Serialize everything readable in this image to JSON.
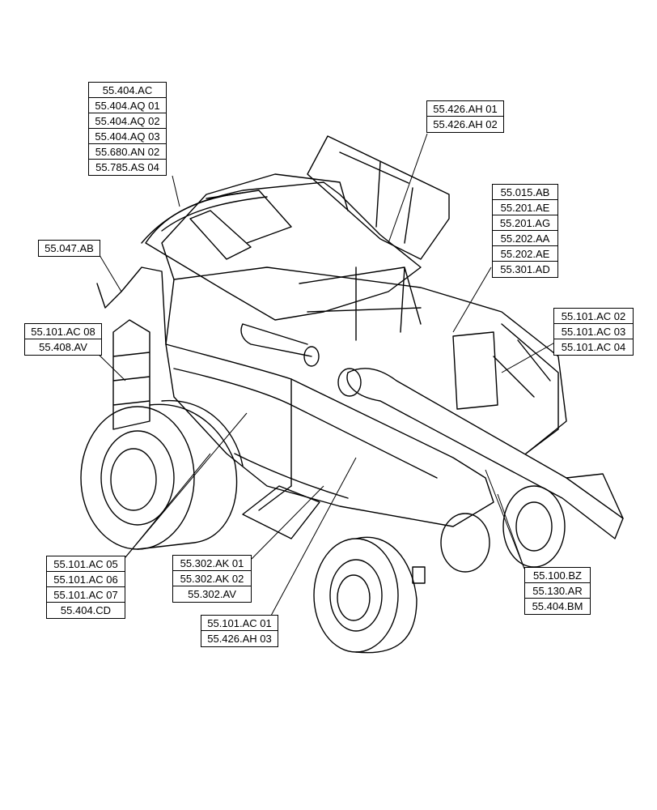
{
  "callouts": [
    {
      "id": "top-left",
      "codes": [
        "55.404.AC",
        "55.404.AQ 01",
        "55.404.AQ 02",
        "55.404.AQ 03",
        "55.680.AN 02",
        "55.785.AS 04"
      ]
    },
    {
      "id": "top-center",
      "codes": [
        "55.426.AH 01",
        "55.426.AH 02"
      ]
    },
    {
      "id": "right-upper",
      "codes": [
        "55.015.AB",
        "55.201.AE",
        "55.201.AG",
        "55.202.AA",
        "55.202.AE",
        "55.301.AD"
      ]
    },
    {
      "id": "left-single",
      "codes": [
        "55.047.AB"
      ]
    },
    {
      "id": "left-mid",
      "codes": [
        "55.101.AC 08",
        "55.408.AV"
      ]
    },
    {
      "id": "right-mid",
      "codes": [
        "55.101.AC 02",
        "55.101.AC 03",
        "55.101.AC 04"
      ]
    },
    {
      "id": "bottom-left",
      "codes": [
        "55.101.AC 05",
        "55.101.AC 06",
        "55.101.AC 07",
        "55.404.CD"
      ]
    },
    {
      "id": "bottom-center",
      "codes": [
        "55.302.AK 01",
        "55.302.AK 02",
        "55.302.AV"
      ]
    },
    {
      "id": "bottom-lower",
      "codes": [
        "55.101.AC 01",
        "55.426.AH 03"
      ]
    },
    {
      "id": "bottom-right",
      "codes": [
        "55.100.BZ",
        "55.130.AR",
        "55.404.BM"
      ]
    }
  ]
}
